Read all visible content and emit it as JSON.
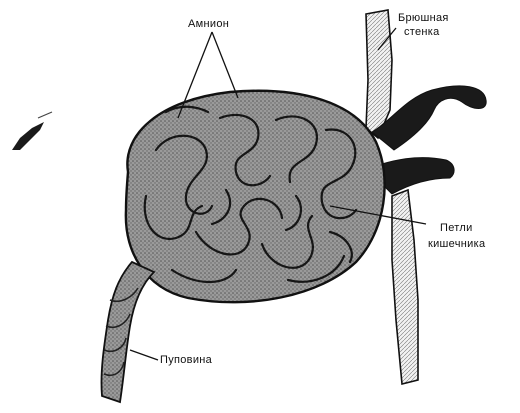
{
  "labels": {
    "amnion": "Амнион",
    "abdominal_wall_line1": "Брюшная",
    "abdominal_wall_line2": "стенка",
    "intestine_loops_line1": "Петли",
    "intestine_loops_line2": "кишечника",
    "umbilical_cord": "Пуповина"
  },
  "colors": {
    "ink": "#111111",
    "sac_fill": "#8a8a8a",
    "dark_fill": "#1a1a1a",
    "wall_fill": "#e8e8e8",
    "background": "#ffffff"
  }
}
